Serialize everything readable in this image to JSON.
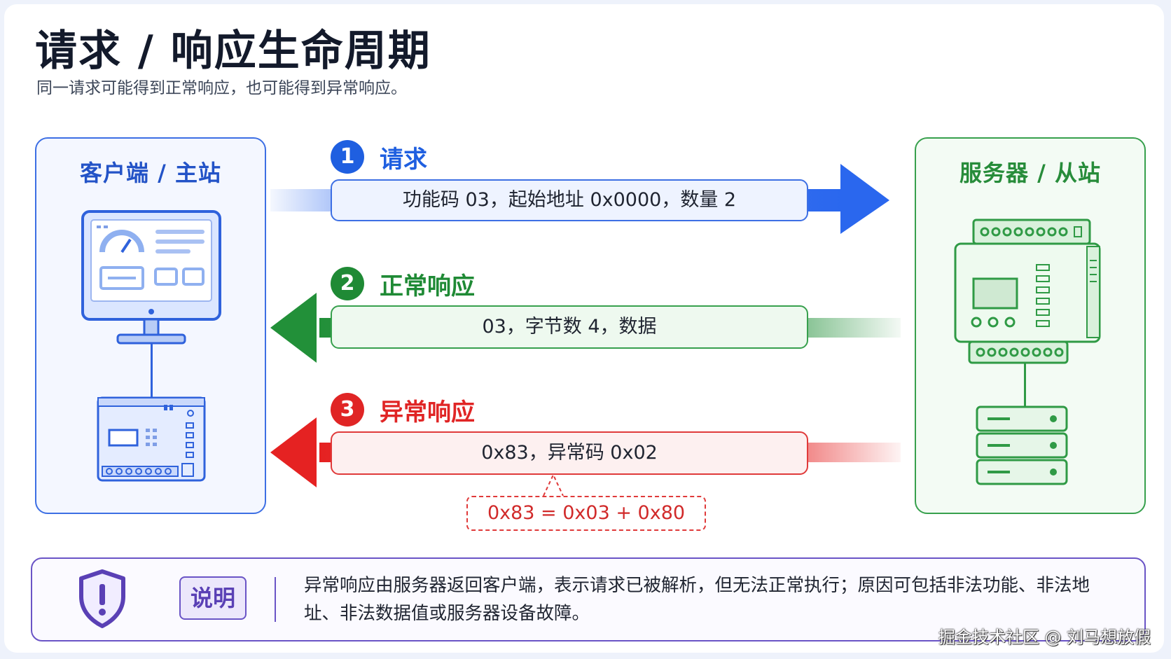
{
  "header": {
    "title": "请求 / 响应生命周期",
    "subtitle": "同一请求可能得到正常响应，也可能得到异常响应。"
  },
  "client": {
    "title": "客户端 / 主站"
  },
  "server": {
    "title": "服务器 / 从站"
  },
  "steps": [
    {
      "number": "1",
      "label": "请求",
      "message": "功能码 03，起始地址 0x0000，数量 2",
      "color": "#1f5fe0"
    },
    {
      "number": "2",
      "label": "正常响应",
      "message": "03，字节数 4，数据",
      "color": "#1f8a35"
    },
    {
      "number": "3",
      "label": "异常响应",
      "message": "0x83，异常码 0x02",
      "color": "#e02525"
    }
  ],
  "formula": "0x83 = 0x03 + 0x80",
  "note": {
    "tag": "说明",
    "text": "异常响应由服务器返回客户端，表示请求已被解析，但无法正常执行；原因可包括非法功能、非法地址、非法数据值或服务器设备故障。"
  },
  "watermark": "掘金技术社区 @ 刘马想放假",
  "icons": {
    "client_monitor": "monitor-dashboard-icon",
    "client_plc": "plc-controller-icon",
    "server_meter": "din-rail-meter-icon",
    "server_rack": "server-rack-icon",
    "shield": "shield-exclamation-icon"
  }
}
